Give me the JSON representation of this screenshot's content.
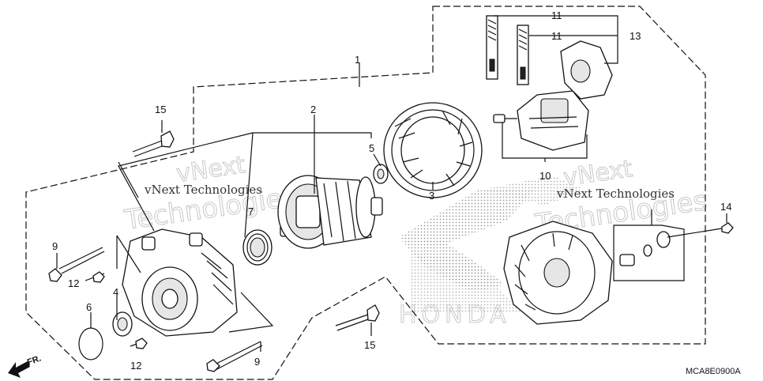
{
  "diagram": {
    "callouts": [
      {
        "id": "c1",
        "text": "1"
      },
      {
        "id": "c2",
        "text": "2"
      },
      {
        "id": "c3",
        "text": "3"
      },
      {
        "id": "c4",
        "text": "4"
      },
      {
        "id": "c5",
        "text": "5"
      },
      {
        "id": "c6",
        "text": "6"
      },
      {
        "id": "c7",
        "text": "7"
      },
      {
        "id": "c9a",
        "text": "9"
      },
      {
        "id": "c9b",
        "text": "9"
      },
      {
        "id": "c10",
        "text": "10"
      },
      {
        "id": "c11a",
        "text": "11"
      },
      {
        "id": "c11b",
        "text": "11"
      },
      {
        "id": "c12a",
        "text": "12"
      },
      {
        "id": "c12b",
        "text": "12"
      },
      {
        "id": "c13",
        "text": "13"
      },
      {
        "id": "c14",
        "text": "14"
      },
      {
        "id": "c15a",
        "text": "15"
      },
      {
        "id": "c15b",
        "text": "15"
      }
    ],
    "watermarks": {
      "left_small": "vNext Technologies",
      "left_large_1": "vNext",
      "left_large_2": "Technologies",
      "right_small": "vNext Technologies",
      "right_large_1": "vNext",
      "right_large_2": "Technologies",
      "brand": "HONDA"
    },
    "direction_label": "FR.",
    "diagram_code": "MCA8E0900A"
  }
}
